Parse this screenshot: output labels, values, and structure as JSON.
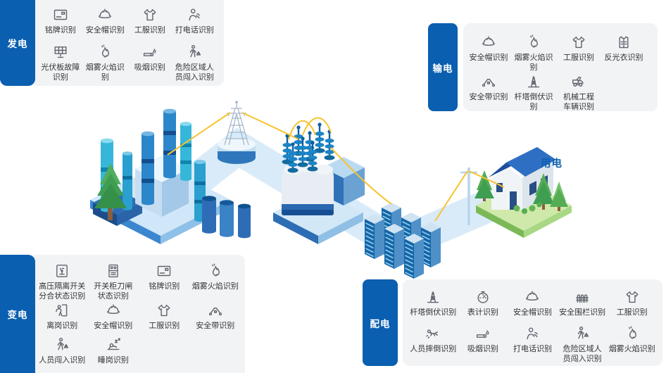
{
  "consumption_label": "用电",
  "colors": {
    "accent": "#0b5fb0",
    "panel_bg": "#f2f3f5",
    "label_text": "#333333",
    "icon_stroke": "#5f656d",
    "wire_yellow": "#f7c331",
    "road_blue": "#d9ebf8"
  },
  "panels": {
    "generation": {
      "tab": "发电",
      "items": [
        {
          "icon": "nameplate",
          "label": "铭牌识别"
        },
        {
          "icon": "helmet",
          "label": "安全帽识别"
        },
        {
          "icon": "shirt",
          "label": "工服识别"
        },
        {
          "icon": "phone-call",
          "label": "打电话识别"
        },
        {
          "icon": "solar-panel",
          "label": "光伏板故障\n识别"
        },
        {
          "icon": "flame",
          "label": "烟雾火焰识别"
        },
        {
          "icon": "cigarette",
          "label": "吸烟识别"
        },
        {
          "icon": "intrusion",
          "label": "危险区域人\n员闯入识别"
        }
      ]
    },
    "transmission": {
      "tab": "输电",
      "items": [
        {
          "icon": "helmet",
          "label": "安全帽识别"
        },
        {
          "icon": "flame",
          "label": "烟雾火焰识别"
        },
        {
          "icon": "shirt",
          "label": "工服识别"
        },
        {
          "icon": "vest",
          "label": "反光衣识别"
        },
        {
          "icon": "harness",
          "label": "安全带识别"
        },
        {
          "icon": "tower-fallen",
          "label": "杆塔倒伏识别"
        },
        {
          "icon": "vehicle",
          "label": "机械工程\n车辆识别"
        }
      ]
    },
    "transformation": {
      "tab": "变电",
      "items": [
        {
          "icon": "hv-switch",
          "label": "高压隔离开关\n分合状态识别"
        },
        {
          "icon": "switch-cabinet",
          "label": "开关柜刀闸\n状态识别"
        },
        {
          "icon": "nameplate",
          "label": "铭牌识别"
        },
        {
          "icon": "flame",
          "label": "烟雾火焰识别"
        },
        {
          "icon": "leave-post",
          "label": "离岗识别"
        },
        {
          "icon": "helmet",
          "label": "安全帽识别"
        },
        {
          "icon": "shirt",
          "label": "工服识别"
        },
        {
          "icon": "harness",
          "label": "安全带识别"
        },
        {
          "icon": "intrusion",
          "label": "人员闯入识别"
        },
        {
          "icon": "sleep-post",
          "label": "睡岗识别"
        }
      ]
    },
    "distribution": {
      "tab": "配电",
      "items": [
        {
          "icon": "tower-fallen",
          "label": "杆塔倒伏识别"
        },
        {
          "icon": "meter",
          "label": "表计识别"
        },
        {
          "icon": "helmet",
          "label": "安全帽识别"
        },
        {
          "icon": "fence",
          "label": "安全围栏识别"
        },
        {
          "icon": "shirt",
          "label": "工服识别"
        },
        {
          "icon": "person-fall",
          "label": "人员摔倒识别"
        },
        {
          "icon": "cigarette",
          "label": "吸烟识别"
        },
        {
          "icon": "phone-call",
          "label": "打电话识别"
        },
        {
          "icon": "intrusion",
          "label": "危险区域人\n员闯入识别"
        },
        {
          "icon": "flame",
          "label": "烟雾火焰识别"
        }
      ]
    }
  }
}
